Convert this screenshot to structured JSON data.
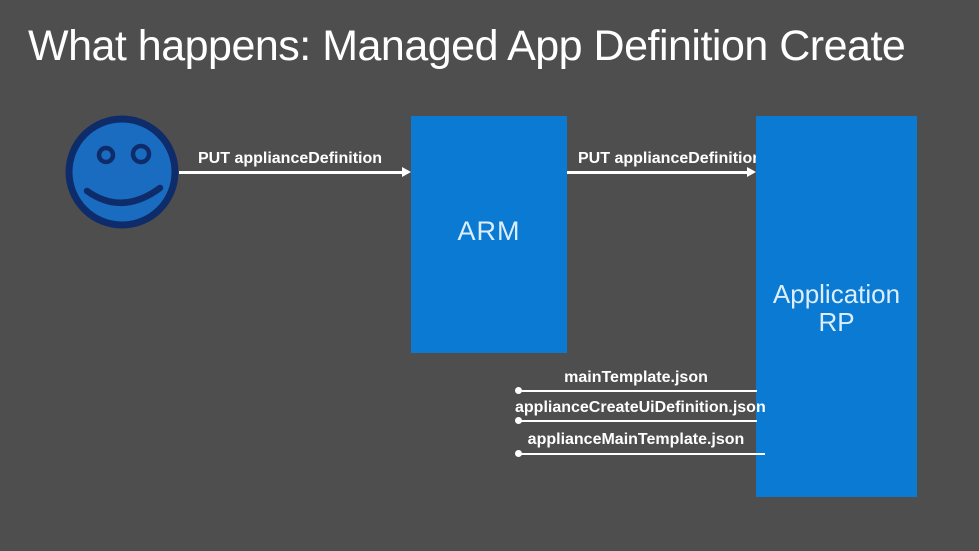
{
  "slide": {
    "title": "What happens: Managed App Definition Create",
    "background_color": "#4e4e4e"
  },
  "colors": {
    "background": "#4e4e4e",
    "box_blue": "#0b7ad3",
    "box_label_text": "#dceefc",
    "face_fill": "#1a6cc0",
    "face_outline": "#0f2c6a",
    "lines_and_labels": "#ffffff"
  },
  "actors": {
    "user": {
      "icon": "smiley-face-icon"
    },
    "arm": {
      "label": "ARM"
    },
    "application_rp": {
      "label": "Application RP",
      "lines": [
        "Application",
        "RP"
      ]
    }
  },
  "messages": {
    "user_to_arm": {
      "label": "PUT applianceDefinition"
    },
    "arm_to_rp": {
      "label": "PUT applianceDefinition"
    },
    "responses": [
      {
        "label": "mainTemplate.json"
      },
      {
        "label": "applianceCreateUiDefinition.json"
      },
      {
        "label": "applianceMainTemplate.json"
      }
    ]
  }
}
